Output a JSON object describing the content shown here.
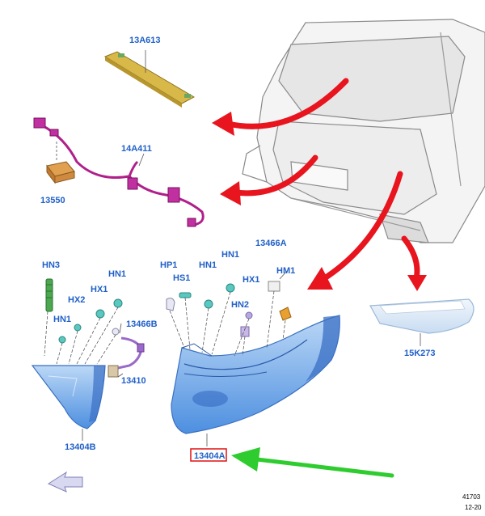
{
  "diagram": {
    "parts": {
      "third_brake_lamp": "13A613",
      "wiring_harness": "14A411",
      "module": "13550",
      "reflector": "15K273",
      "lamp_left": "13404B",
      "lamp_right": "13404A",
      "lamp_socket": "13410",
      "connector_left": "13466B",
      "connector_right": "13466A"
    },
    "fasteners": {
      "left_group": [
        "HN3",
        "HN1",
        "HX2",
        "HX1",
        "HN1"
      ],
      "right_group": [
        "HP1",
        "HS1",
        "HN1",
        "HN1",
        "HX1",
        "HN2",
        "HM1"
      ]
    },
    "highlighted_part": "13404A",
    "reference_code": "41703",
    "reference_date": "12-20",
    "colors": {
      "label_blue": "#2060c8",
      "arrow_red": "#e8141e",
      "arrow_green": "#2ecc2e",
      "highlight_box": "#e01010",
      "lamp_blue": "#5a9be6",
      "harness_magenta": "#b0208a",
      "brake_lamp_yellow": "#d9b84a"
    }
  }
}
